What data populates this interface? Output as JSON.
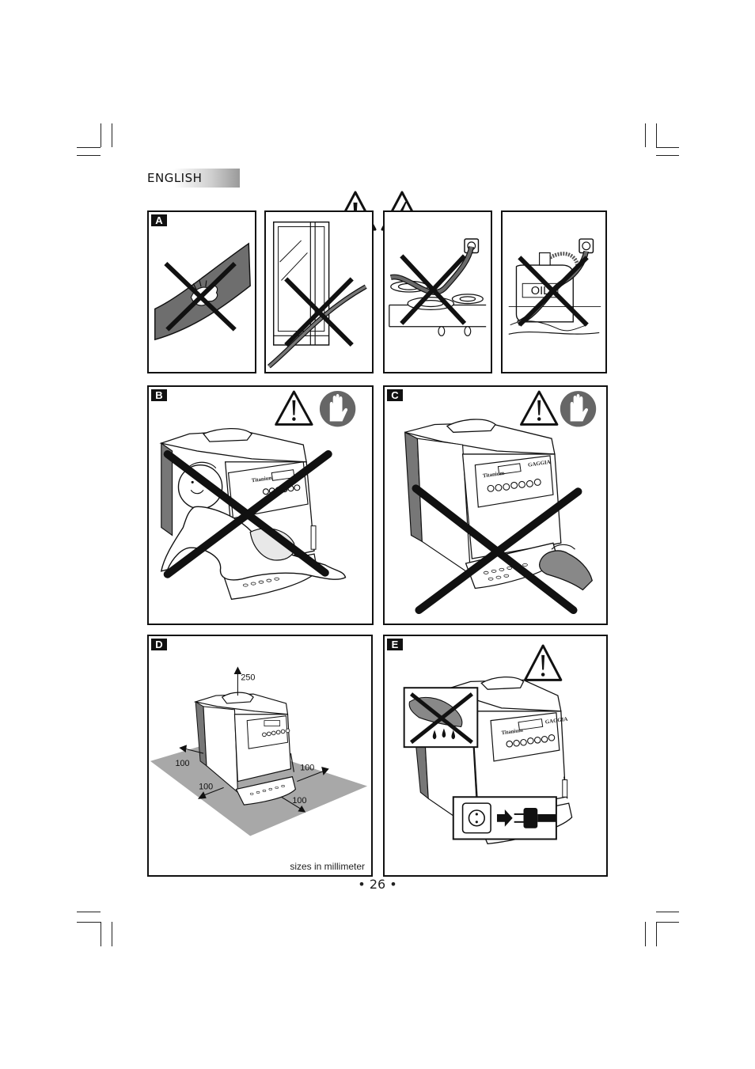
{
  "header": {
    "language": "ENGLISH"
  },
  "panels": {
    "a": {
      "label": "A"
    },
    "b": {
      "label": "B"
    },
    "c": {
      "label": "C"
    },
    "d": {
      "label": "D",
      "caption": "sizes in millimeter",
      "dims": {
        "top": "250",
        "left": "100",
        "front_left": "100",
        "right": "100",
        "front_right": "100"
      }
    },
    "e": {
      "label": "E"
    }
  },
  "oil_label": "OIL",
  "machine_brand": "GAGGIA",
  "machine_model": "Titanium",
  "icons": [
    "warning-triangle-icon",
    "electric-hazard-icon",
    "stop-hand-icon",
    "prohibited-x-icon",
    "wall-socket-icon",
    "power-plug-icon"
  ],
  "footer": {
    "page": "• 26 •"
  }
}
